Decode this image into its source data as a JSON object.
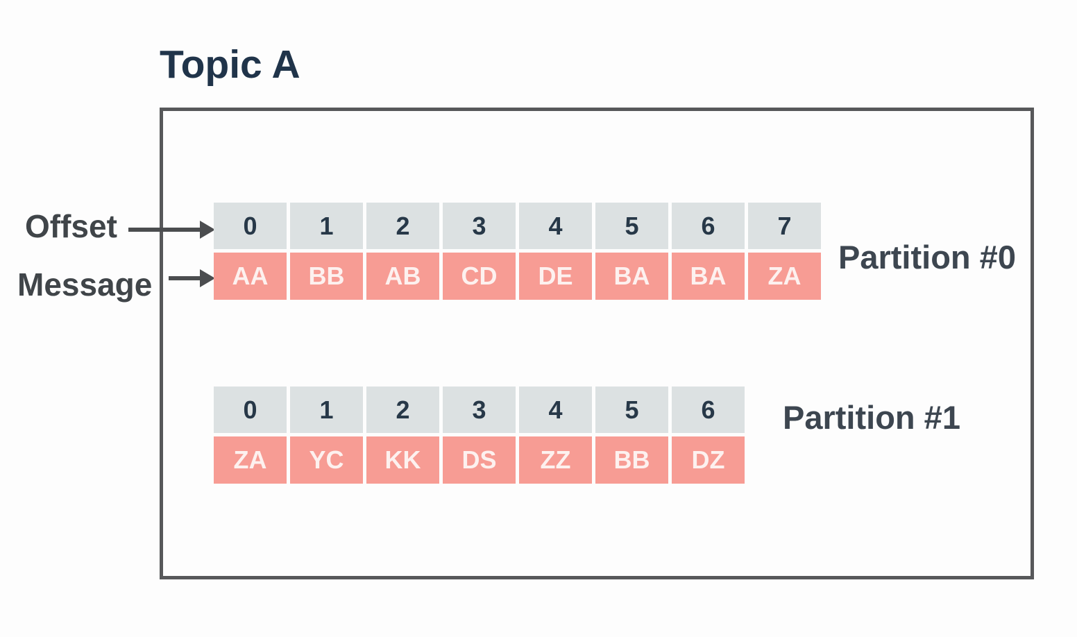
{
  "title": "Topic A",
  "labels": {
    "offset": "Offset",
    "message": "Message"
  },
  "partitions": [
    {
      "name": "Partition #0",
      "offsets": [
        "0",
        "1",
        "2",
        "3",
        "4",
        "5",
        "6",
        "7"
      ],
      "messages": [
        "AA",
        "BB",
        "AB",
        "CD",
        "DE",
        "BA",
        "BA",
        "ZA"
      ]
    },
    {
      "name": "Partition #1",
      "offsets": [
        "0",
        "1",
        "2",
        "3",
        "4",
        "5",
        "6"
      ],
      "messages": [
        "ZA",
        "YC",
        "KK",
        "DS",
        "ZZ",
        "BB",
        "DZ"
      ]
    }
  ],
  "icons": {
    "offset_arrow": "arrow-right",
    "message_arrow": "arrow-right"
  },
  "colors": {
    "background": "#fdfdfd",
    "title_text": "#20344a",
    "label_text": "#404549",
    "partition_label_text": "#3d4650",
    "box_border": "#57585a",
    "arrow": "#4b4d4f",
    "offset_cell_bg": "#dce1e2",
    "offset_cell_text": "#273848",
    "message_cell_bg": "#f79c94",
    "message_cell_text": "#fdf1ef"
  }
}
